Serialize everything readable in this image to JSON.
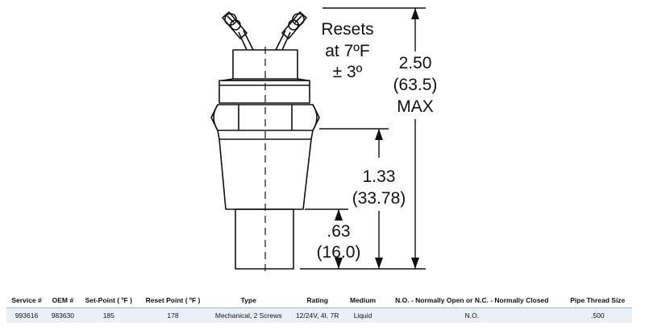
{
  "diagram": {
    "note_lines": [
      "Resets",
      "at 7ºF",
      "± 3º"
    ],
    "overall_height": {
      "inches": "2.50",
      "mm": "(63.5)",
      "qualifier": "MAX"
    },
    "mid_height": {
      "inches": "1.33",
      "mm": "(33.78)"
    },
    "probe_length": {
      "inches": ".63",
      "mm": "(16.0)"
    }
  },
  "spec_table": {
    "headers": [
      "Service #",
      "OEM #",
      "Set-Point ( ºF )",
      "Reset Point ( ºF )",
      "Type",
      "Rating",
      "Medium",
      "N.O. - Normally Open or N.C. - Normally Closed",
      "Pipe Thread Size"
    ],
    "rows": [
      [
        "993616",
        "983630",
        "185",
        "178",
        "Mechanical, 2 Screws",
        "12/24V, 4I, 7R",
        "Liquid",
        "N.O.",
        ".500"
      ]
    ]
  }
}
